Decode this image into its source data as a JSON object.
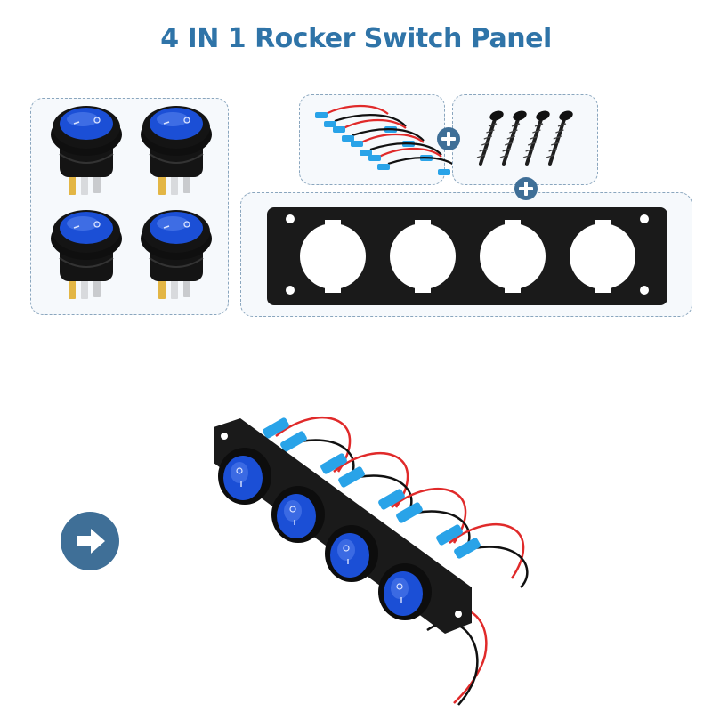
{
  "title": "4 IN 1 Rocker Switch Panel",
  "colors": {
    "title": "#2f74a8",
    "accent": "#3f6f97",
    "switch_blue": "#1b4fd6",
    "switch_body": "#141414",
    "panel": "#1a1a1a",
    "wire_red": "#e02a2a",
    "wire_black": "#111111",
    "terminal_blue": "#29a3e8"
  },
  "included_items": [
    {
      "name": "rocker-switches",
      "quantity": 4
    },
    {
      "name": "wire-harnesses",
      "quantity": 4
    },
    {
      "name": "mounting-screws",
      "quantity": 4
    },
    {
      "name": "4-hole-panel",
      "quantity": 1
    }
  ],
  "icons": {
    "plus": "plus-icon",
    "arrow": "arrow-right-icon"
  }
}
